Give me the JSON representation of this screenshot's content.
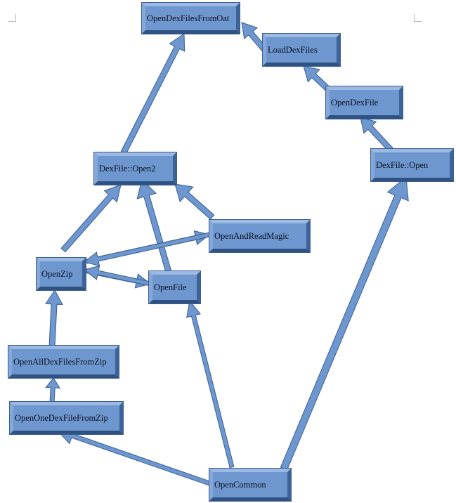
{
  "diagram": {
    "nodes": [
      {
        "id": "oat",
        "label": "OpenDexFilesFromOat"
      },
      {
        "id": "load",
        "label": "LoadDexFiles"
      },
      {
        "id": "odf",
        "label": "OpenDexFile"
      },
      {
        "id": "dfo",
        "label": "DexFile::Open"
      },
      {
        "id": "open2",
        "label": "DexFile::Open2"
      },
      {
        "id": "magic",
        "label": "OpenAndReadMagic"
      },
      {
        "id": "zip",
        "label": "OpenZip"
      },
      {
        "id": "file",
        "label": "OpenFile"
      },
      {
        "id": "all",
        "label": "OpenAllDexFilesFromZip"
      },
      {
        "id": "one",
        "label": "OpenOneDexFileFromZip"
      },
      {
        "id": "common",
        "label": "OpenCommon"
      }
    ],
    "edges": [
      {
        "from": "load",
        "to": "oat"
      },
      {
        "from": "odf",
        "to": "load"
      },
      {
        "from": "dfo",
        "to": "odf"
      },
      {
        "from": "open2",
        "to": "oat"
      },
      {
        "from": "zip",
        "to": "open2"
      },
      {
        "from": "file",
        "to": "open2"
      },
      {
        "from": "magic",
        "to": "open2"
      },
      {
        "from": "zip",
        "to": "magic"
      },
      {
        "from": "magic",
        "to": "zip"
      },
      {
        "from": "zip",
        "to": "file"
      },
      {
        "from": "file",
        "to": "zip"
      },
      {
        "from": "all",
        "to": "zip"
      },
      {
        "from": "one",
        "to": "all"
      },
      {
        "from": "common",
        "to": "one"
      },
      {
        "from": "common",
        "to": "file"
      },
      {
        "from": "common",
        "to": "dfo"
      }
    ],
    "colors": {
      "box_face": "#6e97cf",
      "arrow_fill": "#6e97cf",
      "arrow_stroke": "#3b5f91"
    }
  }
}
